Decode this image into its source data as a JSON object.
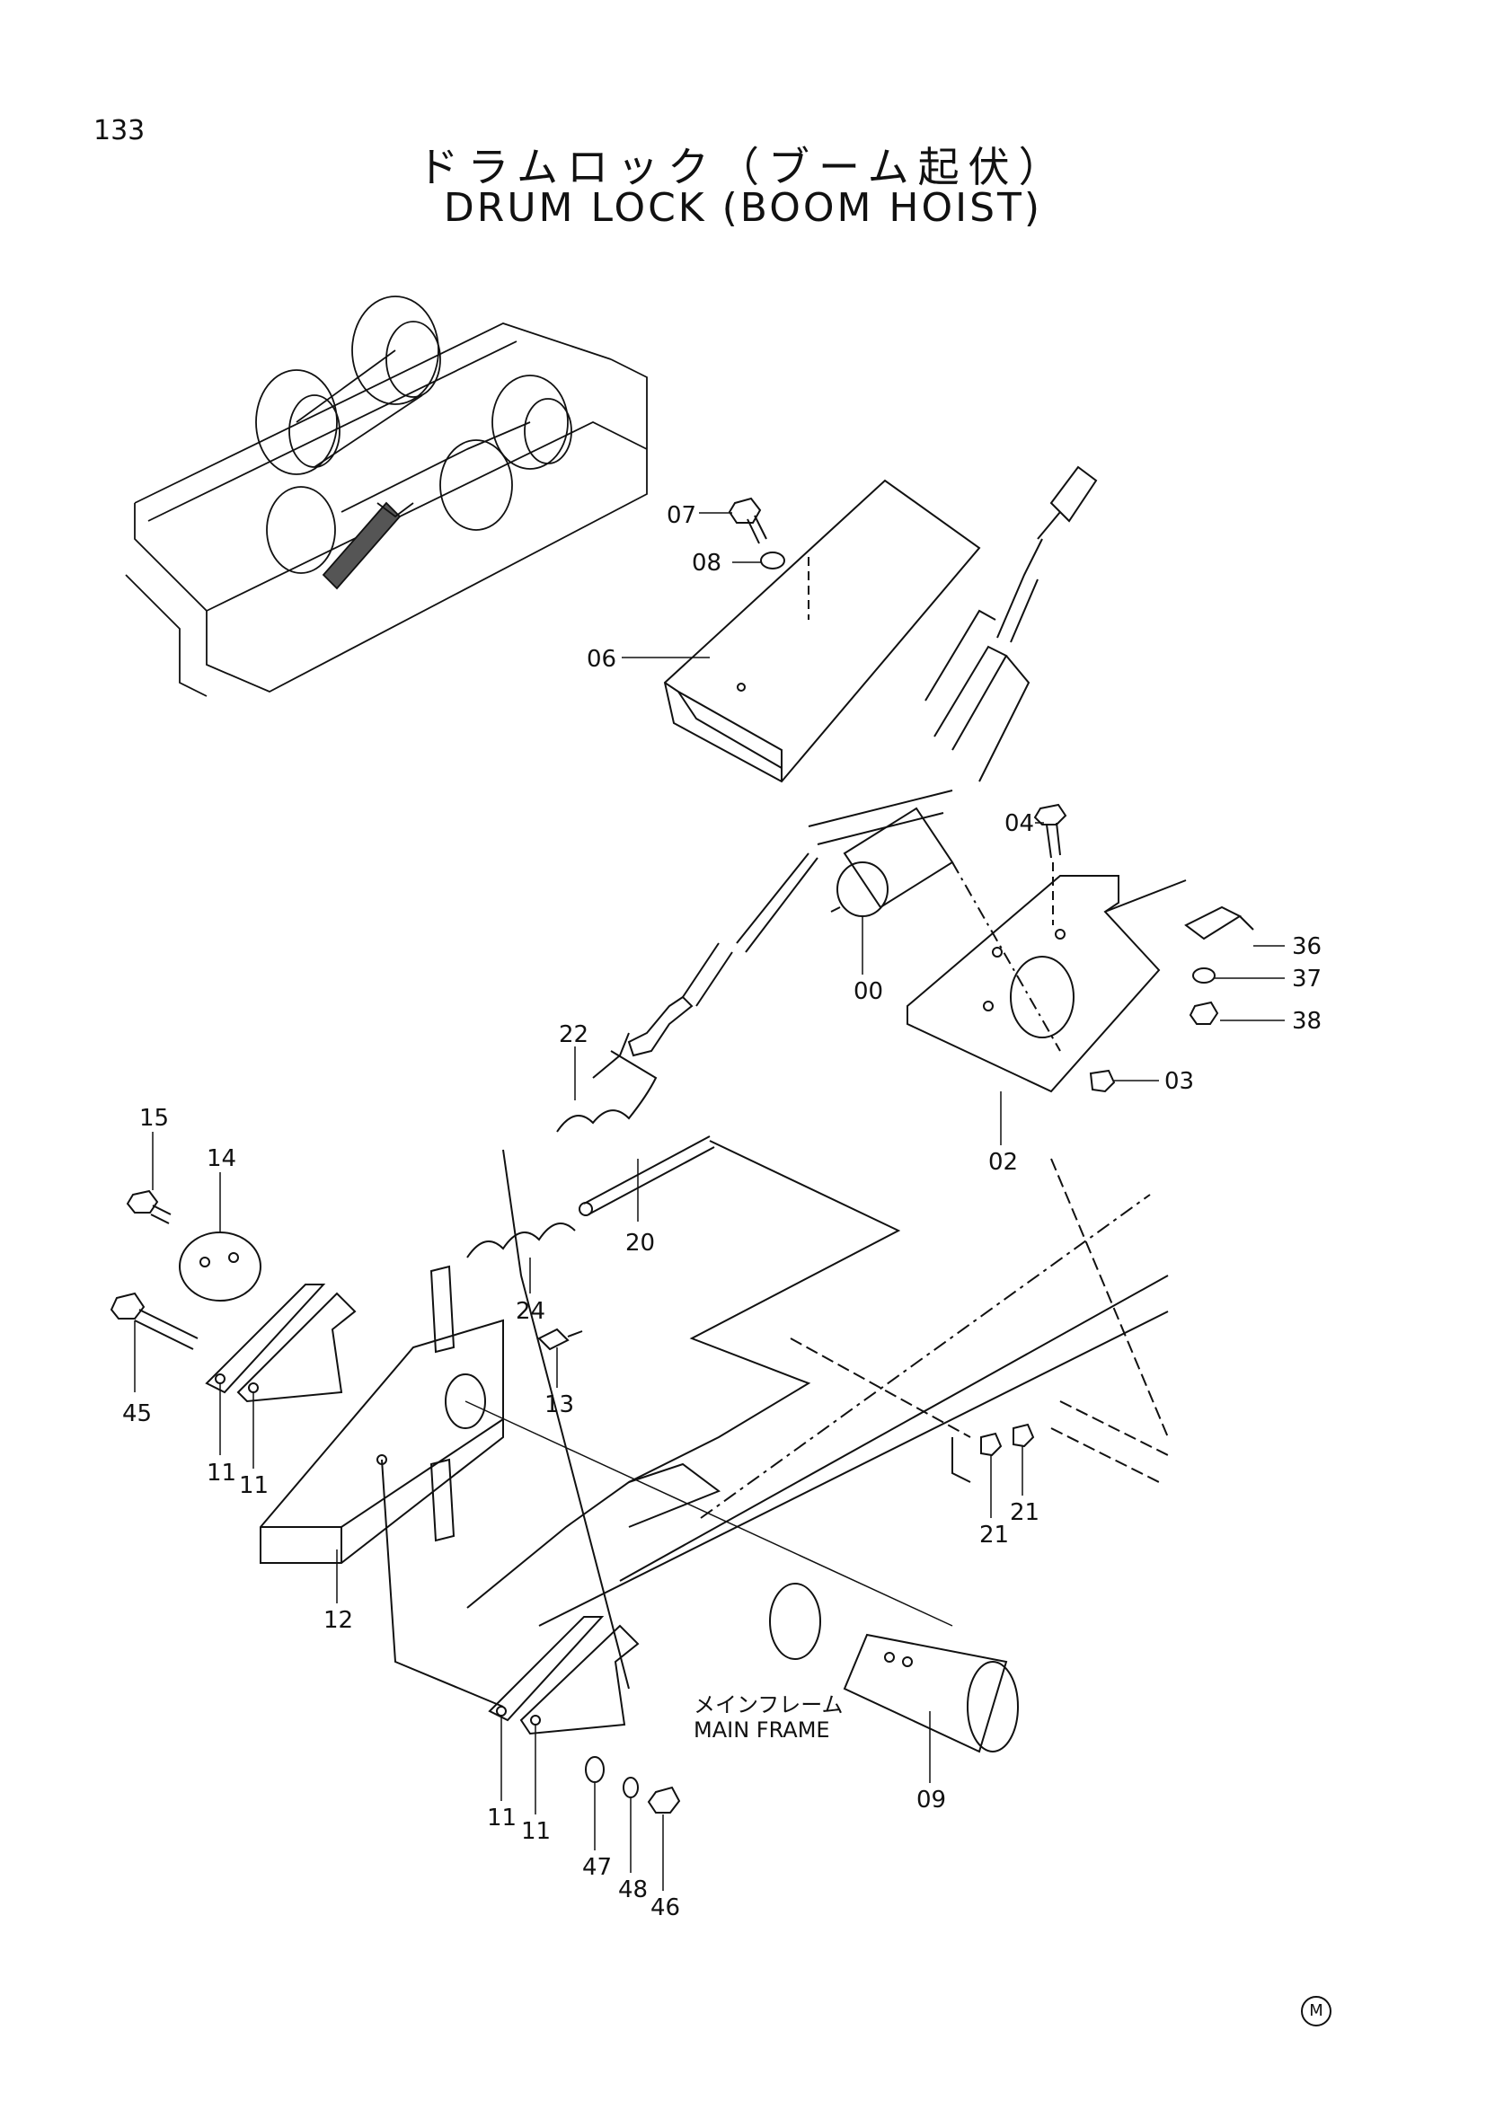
{
  "page_number": "133",
  "title_jp": "ドラムロック（ブーム起伏）",
  "title_en": "DRUM LOCK (BOOM HOIST)",
  "main_frame_jp": "メインフレーム",
  "main_frame_en": "MAIN FRAME",
  "manufacturer_mark": "M",
  "callouts": [
    "07",
    "08",
    "06",
    "04",
    "36",
    "37",
    "38",
    "00",
    "03",
    "02",
    "22",
    "15",
    "14",
    "20",
    "24",
    "13",
    "45",
    "11",
    "11",
    "12",
    "21",
    "21",
    "09",
    "11",
    "11",
    "47",
    "48",
    "46"
  ]
}
